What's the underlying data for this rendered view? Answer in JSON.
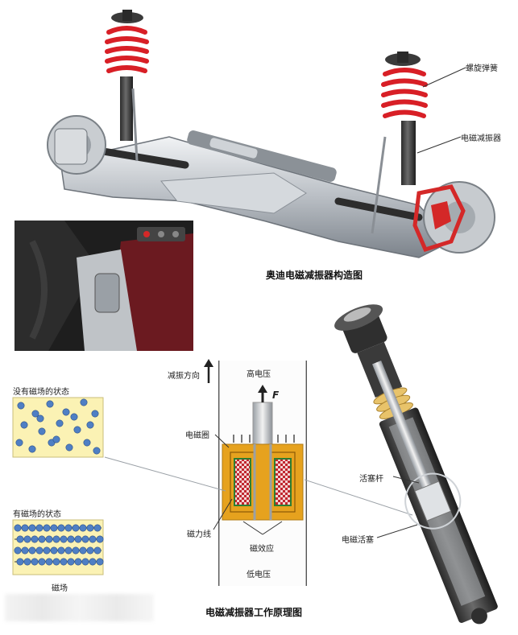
{
  "suspension": {
    "caption": "奥迪电磁减振器构造图",
    "label_spring": "螺旋弹簧",
    "label_damper": "电磁减振器"
  },
  "principle": {
    "caption": "电磁减振器工作原理图",
    "direction_label": "减振方向",
    "force_label": "F",
    "high_pressure": "高电压",
    "low_pressure": "低电压",
    "coil_label": "电磁圈",
    "field_line_label": "磁力线",
    "effect_label": "磁效应"
  },
  "fluid": {
    "no_field_label": "没有磁场的状态",
    "with_field_label": "有磁场的状态",
    "field_label": "磁场"
  },
  "shock": {
    "label_piston_rod": "活塞杆",
    "label_piston": "电磁活塞"
  },
  "colors": {
    "spring": "#d81f26",
    "coil": "#e6a21e",
    "particle": "#4f7fc4",
    "fluid_bg": "#fbf2b4",
    "interior": "#6b1a20"
  }
}
